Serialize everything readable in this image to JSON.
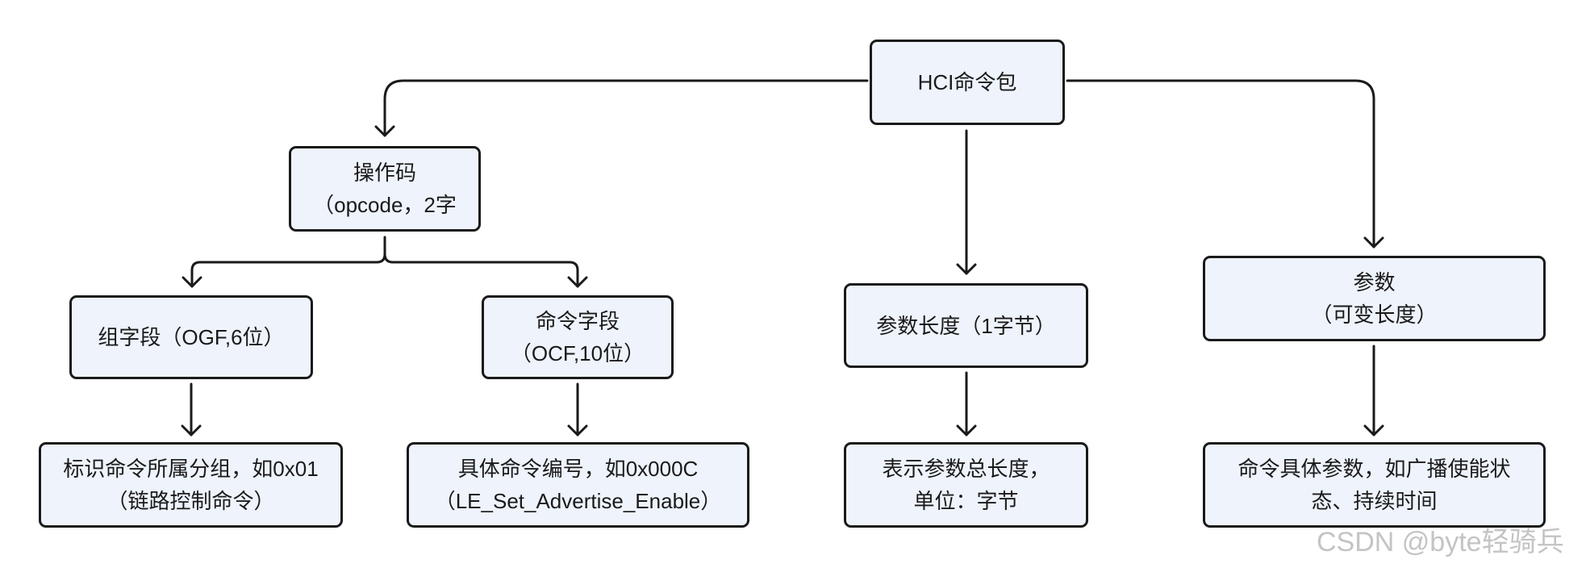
{
  "diagram": {
    "root": {
      "label": "HCI命令包"
    },
    "opcode": {
      "line1": "操作码",
      "line2": "（opcode，2字"
    },
    "ogf": {
      "label": "组字段（OGF,6位）"
    },
    "ocf": {
      "line1": "命令字段",
      "line2": "（OCF,10位）"
    },
    "ogf_desc": {
      "line1": "标识命令所属分组，如0x01",
      "line2": "（链路控制命令）"
    },
    "ocf_desc": {
      "line1": "具体命令编号，如0x000C",
      "line2": "（LE_Set_Advertise_Enable）"
    },
    "param_len": {
      "label": "参数长度（1字节）"
    },
    "param_len_desc": {
      "line1": "表示参数总长度，",
      "line2": "单位：字节"
    },
    "params": {
      "line1": "参数",
      "line2": "（可变长度）"
    },
    "params_desc": {
      "line1": "命令具体参数，如广播使能状",
      "line2": "态、持续时间"
    }
  },
  "watermark": "CSDN @byte轻骑兵"
}
